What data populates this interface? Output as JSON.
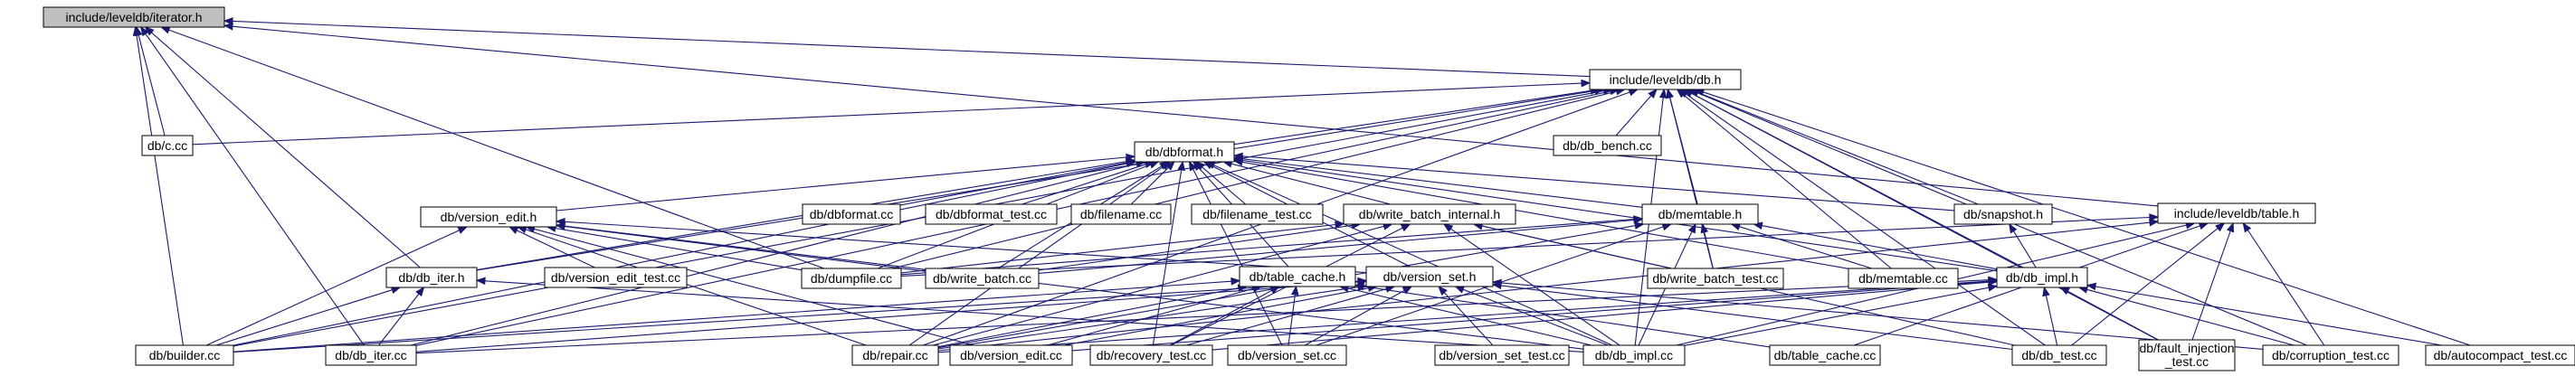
{
  "diagram": {
    "type": "include-dependency-graph",
    "nodes": [
      {
        "id": "iterator_h",
        "label": "include/leveldb/iterator.h",
        "root": true
      },
      {
        "id": "db_h",
        "label": "include/leveldb/db.h"
      },
      {
        "id": "c_cc",
        "label": "db/c.cc"
      },
      {
        "id": "dbformat_h",
        "label": "db/dbformat.h"
      },
      {
        "id": "db_bench_cc",
        "label": "db/db_bench.cc"
      },
      {
        "id": "table_h",
        "label": "include/leveldb/table.h"
      },
      {
        "id": "version_edit_h",
        "label": "db/version_edit.h"
      },
      {
        "id": "dbformat_cc",
        "label": "db/dbformat.cc"
      },
      {
        "id": "dbformat_test_cc",
        "label": "db/dbformat_test.cc"
      },
      {
        "id": "filename_cc",
        "label": "db/filename.cc"
      },
      {
        "id": "filename_test_cc",
        "label": "db/filename_test.cc"
      },
      {
        "id": "write_batch_internal_h",
        "label": "db/write_batch_internal.h"
      },
      {
        "id": "memtable_h",
        "label": "db/memtable.h"
      },
      {
        "id": "snapshot_h",
        "label": "db/snapshot.h"
      },
      {
        "id": "db_iter_h",
        "label": "db/db_iter.h"
      },
      {
        "id": "version_edit_test_cc",
        "label": "db/version_edit_test.cc"
      },
      {
        "id": "dumpfile_cc",
        "label": "db/dumpfile.cc"
      },
      {
        "id": "write_batch_cc",
        "label": "db/write_batch.cc"
      },
      {
        "id": "write_batch_test_cc",
        "label": "db/write_batch_test.cc"
      },
      {
        "id": "memtable_cc",
        "label": "db/memtable.cc"
      },
      {
        "id": "table_cache_h",
        "label": "db/table_cache.h"
      },
      {
        "id": "version_set_h",
        "label": "db/version_set.h"
      },
      {
        "id": "db_impl_h",
        "label": "db/db_impl.h"
      },
      {
        "id": "builder_cc",
        "label": "db/builder.cc"
      },
      {
        "id": "db_iter_cc",
        "label": "db/db_iter.cc"
      },
      {
        "id": "repair_cc",
        "label": "db/repair.cc"
      },
      {
        "id": "version_edit_cc",
        "label": "db/version_edit.cc"
      },
      {
        "id": "recovery_test_cc",
        "label": "db/recovery_test.cc"
      },
      {
        "id": "version_set_cc",
        "label": "db/version_set.cc"
      },
      {
        "id": "version_set_test_cc",
        "label": "db/version_set_test.cc"
      },
      {
        "id": "db_impl_cc",
        "label": "db/db_impl.cc"
      },
      {
        "id": "table_cache_cc",
        "label": "db/table_cache.cc"
      },
      {
        "id": "db_test_cc",
        "label": "db/db_test.cc"
      },
      {
        "id": "fault_injection_test_cc",
        "label": [
          "db/fault_injection",
          "_test.cc"
        ]
      },
      {
        "id": "corruption_test_cc",
        "label": "db/corruption_test.cc"
      },
      {
        "id": "autocompact_test_cc",
        "label": "db/autocompact_test.cc"
      }
    ],
    "edges": [
      [
        "iterator_h",
        "db_h"
      ],
      [
        "iterator_h",
        "c_cc"
      ],
      [
        "iterator_h",
        "table_h"
      ],
      [
        "iterator_h",
        "builder_cc"
      ],
      [
        "iterator_h",
        "db_iter_cc"
      ],
      [
        "iterator_h",
        "dumpfile_cc"
      ],
      [
        "iterator_h",
        "db_iter_h"
      ],
      [
        "db_h",
        "c_cc"
      ],
      [
        "db_h",
        "dbformat_h"
      ],
      [
        "db_h",
        "db_bench_cc"
      ],
      [
        "db_h",
        "memtable_h"
      ],
      [
        "db_h",
        "snapshot_h"
      ],
      [
        "db_h",
        "db_iter_h"
      ],
      [
        "db_h",
        "builder_cc"
      ],
      [
        "db_h",
        "repair_cc"
      ],
      [
        "db_h",
        "db_impl_h"
      ],
      [
        "db_h",
        "db_impl_cc"
      ],
      [
        "db_h",
        "db_test_cc"
      ],
      [
        "db_h",
        "corruption_test_cc"
      ],
      [
        "db_h",
        "autocompact_test_cc"
      ],
      [
        "db_h",
        "fault_injection_test_cc"
      ],
      [
        "db_h",
        "memtable_cc"
      ],
      [
        "db_h",
        "write_batch_test_cc"
      ],
      [
        "db_h",
        "dumpfile_cc"
      ],
      [
        "db_h",
        "db_iter_cc"
      ],
      [
        "dbformat_h",
        "version_edit_h"
      ],
      [
        "dbformat_h",
        "dbformat_cc"
      ],
      [
        "dbformat_h",
        "dbformat_test_cc"
      ],
      [
        "dbformat_h",
        "filename_cc"
      ],
      [
        "dbformat_h",
        "filename_test_cc"
      ],
      [
        "dbformat_h",
        "write_batch_internal_h"
      ],
      [
        "dbformat_h",
        "memtable_h"
      ],
      [
        "dbformat_h",
        "snapshot_h"
      ],
      [
        "dbformat_h",
        "db_iter_h"
      ],
      [
        "dbformat_h",
        "builder_cc"
      ],
      [
        "dbformat_h",
        "dumpfile_cc"
      ],
      [
        "dbformat_h",
        "write_batch_cc"
      ],
      [
        "dbformat_h",
        "repair_cc"
      ],
      [
        "dbformat_h",
        "memtable_cc"
      ],
      [
        "dbformat_h",
        "version_set_h"
      ],
      [
        "dbformat_h",
        "table_cache_h"
      ],
      [
        "dbformat_h",
        "db_impl_h"
      ],
      [
        "dbformat_h",
        "db_impl_cc"
      ],
      [
        "dbformat_h",
        "db_iter_cc"
      ],
      [
        "dbformat_h",
        "recovery_test_cc"
      ],
      [
        "dbformat_h",
        "version_set_cc"
      ],
      [
        "table_h",
        "db_impl_cc"
      ],
      [
        "table_h",
        "db_test_cc"
      ],
      [
        "table_h",
        "fault_injection_test_cc"
      ],
      [
        "table_h",
        "corruption_test_cc"
      ],
      [
        "table_h",
        "table_cache_cc"
      ],
      [
        "table_h",
        "repair_cc"
      ],
      [
        "table_h",
        "dumpfile_cc"
      ],
      [
        "version_edit_h",
        "version_edit_test_cc"
      ],
      [
        "version_edit_h",
        "dumpfile_cc"
      ],
      [
        "version_edit_h",
        "version_set_h"
      ],
      [
        "version_edit_h",
        "builder_cc"
      ],
      [
        "version_edit_h",
        "repair_cc"
      ],
      [
        "version_edit_h",
        "version_edit_cc"
      ],
      [
        "version_edit_h",
        "db_impl_cc"
      ],
      [
        "version_edit_h",
        "write_batch_cc"
      ],
      [
        "write_batch_internal_h",
        "dumpfile_cc"
      ],
      [
        "write_batch_internal_h",
        "write_batch_cc"
      ],
      [
        "write_batch_internal_h",
        "write_batch_test_cc"
      ],
      [
        "write_batch_internal_h",
        "db_impl_cc"
      ],
      [
        "write_batch_internal_h",
        "repair_cc"
      ],
      [
        "write_batch_internal_h",
        "db_test_cc"
      ],
      [
        "write_batch_internal_h",
        "recovery_test_cc"
      ],
      [
        "memtable_h",
        "memtable_cc"
      ],
      [
        "memtable_h",
        "write_batch_test_cc"
      ],
      [
        "memtable_h",
        "dumpfile_cc"
      ],
      [
        "memtable_h",
        "write_batch_cc"
      ],
      [
        "memtable_h",
        "db_impl_cc"
      ],
      [
        "memtable_h",
        "repair_cc"
      ],
      [
        "memtable_h",
        "version_set_cc"
      ],
      [
        "memtable_h",
        "db_impl_h"
      ],
      [
        "snapshot_h",
        "db_impl_h"
      ],
      [
        "db_iter_h",
        "db_iter_cc"
      ],
      [
        "db_iter_h",
        "builder_cc"
      ],
      [
        "db_iter_h",
        "db_impl_cc"
      ],
      [
        "table_cache_h",
        "builder_cc"
      ],
      [
        "table_cache_h",
        "repair_cc"
      ],
      [
        "table_cache_h",
        "version_set_cc"
      ],
      [
        "table_cache_h",
        "table_cache_cc"
      ],
      [
        "table_cache_h",
        "db_impl_cc"
      ],
      [
        "table_cache_h",
        "version_edit_cc"
      ],
      [
        "table_cache_h",
        "recovery_test_cc"
      ],
      [
        "version_set_h",
        "db_impl_cc"
      ],
      [
        "version_set_h",
        "repair_cc"
      ],
      [
        "version_set_h",
        "version_edit_cc"
      ],
      [
        "version_set_h",
        "recovery_test_cc"
      ],
      [
        "version_set_h",
        "version_set_cc"
      ],
      [
        "version_set_h",
        "version_set_test_cc"
      ],
      [
        "version_set_h",
        "db_test_cc"
      ],
      [
        "version_set_h",
        "corruption_test_cc"
      ],
      [
        "version_set_h",
        "db_iter_cc"
      ],
      [
        "version_set_h",
        "builder_cc"
      ],
      [
        "db_impl_h",
        "db_impl_cc"
      ],
      [
        "db_impl_h",
        "db_test_cc"
      ],
      [
        "db_impl_h",
        "fault_injection_test_cc"
      ],
      [
        "db_impl_h",
        "corruption_test_cc"
      ],
      [
        "db_impl_h",
        "autocompact_test_cc"
      ],
      [
        "db_impl_h",
        "repair_cc"
      ],
      [
        "db_impl_h",
        "recovery_test_cc"
      ],
      [
        "db_impl_h",
        "version_edit_cc"
      ],
      [
        "db_impl_h",
        "db_iter_cc"
      ]
    ]
  }
}
